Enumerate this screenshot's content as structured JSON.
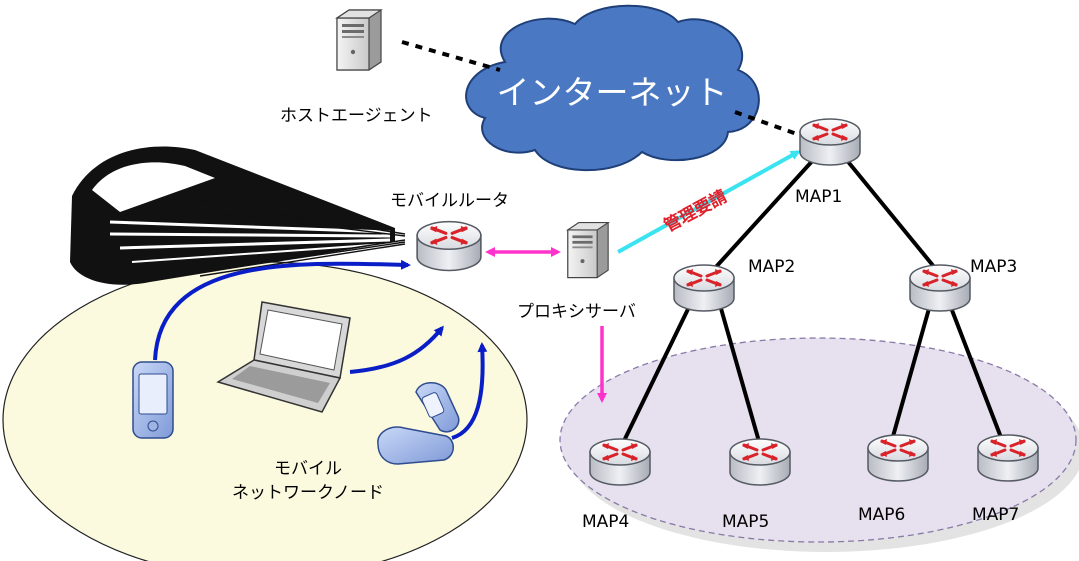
{
  "labels": {
    "host_agent": "ホストエージェント",
    "internet": "インターネット",
    "mobile_router": "モバイルルータ",
    "proxy_server": "プロキシサーバ",
    "management_request": "管理要請",
    "mobile_network_node_line1": "モバイル",
    "mobile_network_node_line2": "ネットワークノード",
    "map1": "MAP1",
    "map2": "MAP2",
    "map3": "MAP3",
    "map4": "MAP4",
    "map5": "MAP5",
    "map6": "MAP6",
    "map7": "MAP7"
  },
  "colors": {
    "cloud_fill": "#4a78c2",
    "cloud_stroke": "#1f3f78",
    "mobile_area_fill": "#fbf9de",
    "map_domain_fill": "#e6e0ef",
    "arrow_blue": "#0a1ec8",
    "arrow_magenta": "#ff33cc",
    "arrow_cyan": "#39e3f0",
    "request_text": "#e0202a",
    "router_x": "#d9232a"
  },
  "icons": {
    "server": "server-icon",
    "router": "router-icon",
    "train": "train-icon",
    "pda": "pda-icon",
    "laptop": "laptop-icon",
    "phone": "flip-phone-icon"
  }
}
